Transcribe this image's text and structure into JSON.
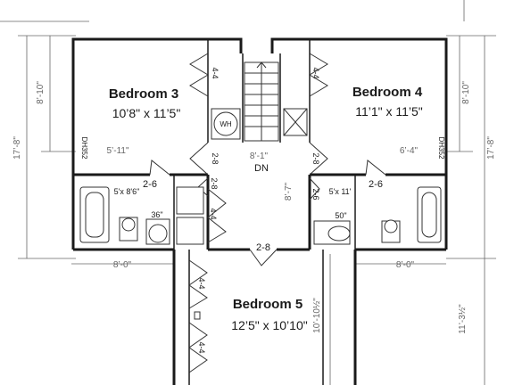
{
  "rooms": {
    "bedroom3": {
      "name": "Bedroom 3",
      "size": "10’8\" x 11’5\""
    },
    "bedroom4": {
      "name": "Bedroom 4",
      "size": "11’1\" x 11’5\""
    },
    "bedroom5": {
      "name": "Bedroom 5",
      "size": "12’5\" x 10’10\""
    }
  },
  "labels": {
    "wh": "WH",
    "dn": "DN",
    "dh_left": "DH352",
    "dh_right": "DH352",
    "bath_left": "5'x 8'6\"",
    "bath_right": "5'x 11'",
    "vanity_left": "36\"",
    "vanity_right": "50\""
  },
  "doors": {
    "closet_b3": "4-4",
    "closet_b4": "4-4",
    "closet_b5_top": "4-4",
    "closet_b5_bottom": "4-4",
    "linen": "4-4",
    "door_b3": "2-8",
    "door_b4": "2-8",
    "door_b5": "2-8",
    "bath_left_door": "2-6",
    "bath_left_side": "2-8",
    "bath_right_door": "2-6",
    "bath_right_side": "2-6"
  },
  "dimensions": {
    "left_top": "8’-10\"",
    "left_total": "17’-8\"",
    "right_top": "8’-10\"",
    "right_total": "17’-8\"",
    "b3_width": "5’-11\"",
    "hall_width": "8’-1\"",
    "b4_width": "6’-4\"",
    "hall_len": "8’-7\"",
    "lower_left": "8’-0\"",
    "lower_right": "8’-0\"",
    "b5_depth": "10’-10½\"",
    "right_lower": "11’-3½\""
  }
}
